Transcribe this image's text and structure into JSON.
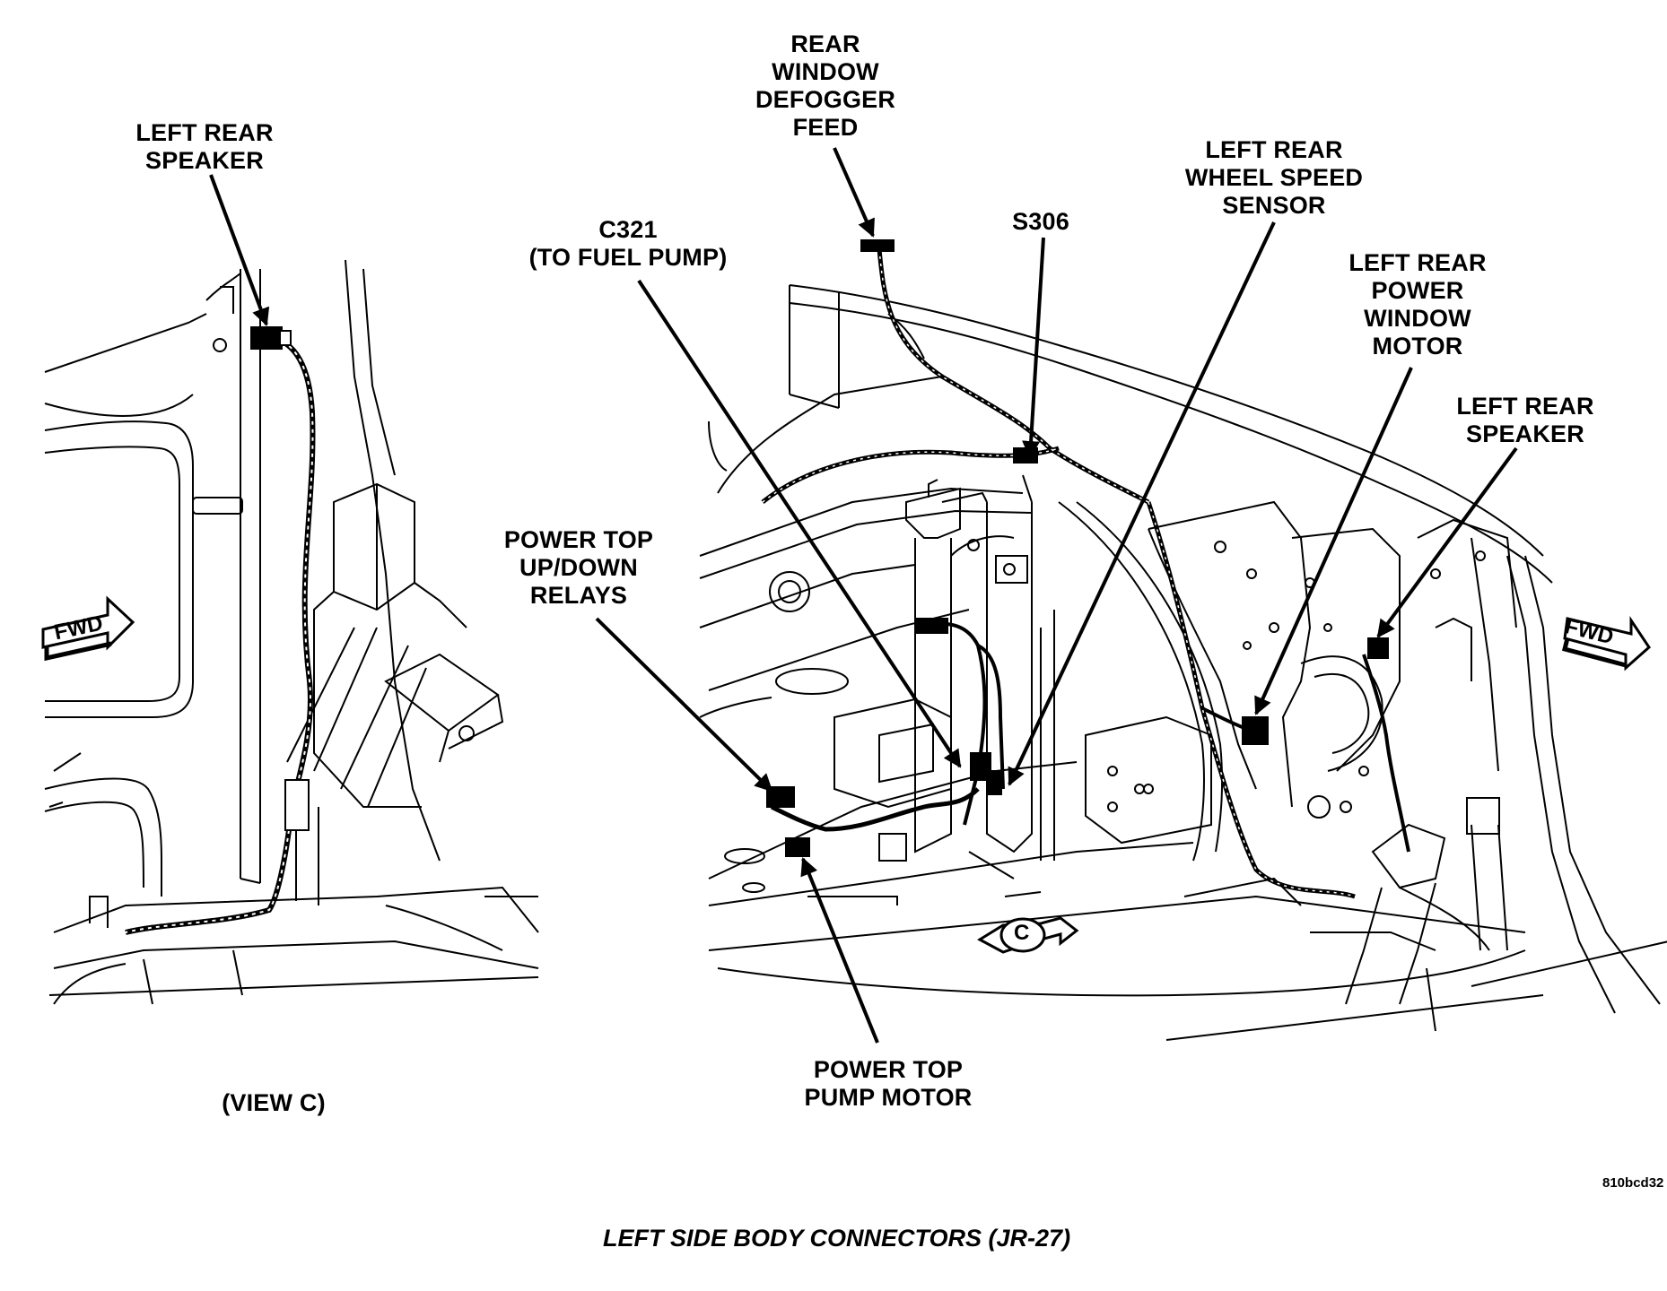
{
  "view_label": "(VIEW C)",
  "callouts": {
    "left_rear_speaker_view": [
      "LEFT REAR",
      "SPEAKER"
    ],
    "rear_window_defogger_feed": [
      "REAR",
      "WINDOW",
      "DEFOGGER",
      "FEED"
    ],
    "c321": [
      "C321",
      "(TO FUEL PUMP)"
    ],
    "s306": [
      "S306"
    ],
    "left_rear_wheel_speed_sensor": [
      "LEFT REAR",
      "WHEEL SPEED",
      "SENSOR"
    ],
    "left_rear_power_window_motor": [
      "LEFT REAR",
      "POWER",
      "WINDOW",
      "MOTOR"
    ],
    "left_rear_speaker_main": [
      "LEFT REAR",
      "SPEAKER"
    ],
    "power_top_relays": [
      "POWER TOP",
      "UP/DOWN",
      "RELAYS"
    ],
    "power_top_pump_motor": [
      "POWER TOP",
      "PUMP MOTOR"
    ]
  },
  "fwd_badge": "FWD",
  "view_marker": "C",
  "figure_id": "810bcd32",
  "caption": "LEFT SIDE BODY CONNECTORS (JR-27)"
}
